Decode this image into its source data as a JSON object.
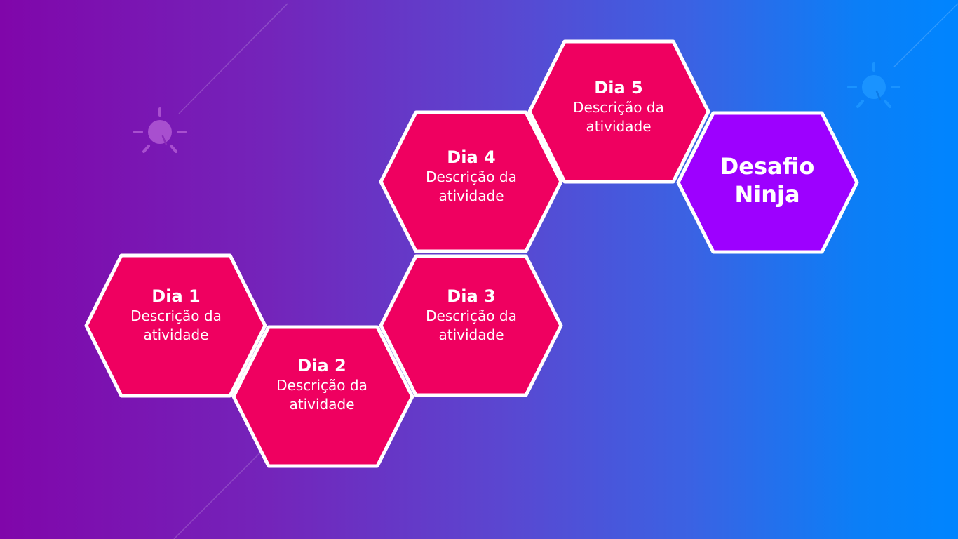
{
  "colors": {
    "hex_fill": "#ef0060",
    "final_fill": "#9d00ff",
    "hex_stroke": "#ffffff",
    "bg_left": "#8006aa",
    "bg_right": "#0085ff",
    "icon_left": "#a84fcf",
    "icon_right": "#1a93ff"
  },
  "icons": [
    "lightbulb-icon",
    "lightbulb-icon"
  ],
  "steps": [
    {
      "title": "Dia 1",
      "desc_line1": "Descrição da",
      "desc_line2": "atividade"
    },
    {
      "title": "Dia 2",
      "desc_line1": "Descrição da",
      "desc_line2": "atividade"
    },
    {
      "title": "Dia 3",
      "desc_line1": "Descrição da",
      "desc_line2": "atividade"
    },
    {
      "title": "Dia 4",
      "desc_line1": "Descrição da",
      "desc_line2": "atividade"
    },
    {
      "title": "Dia 5",
      "desc_line1": "Descrição da",
      "desc_line2": "atividade"
    }
  ],
  "final": {
    "line1": "Desafio",
    "line2": "Ninja"
  }
}
